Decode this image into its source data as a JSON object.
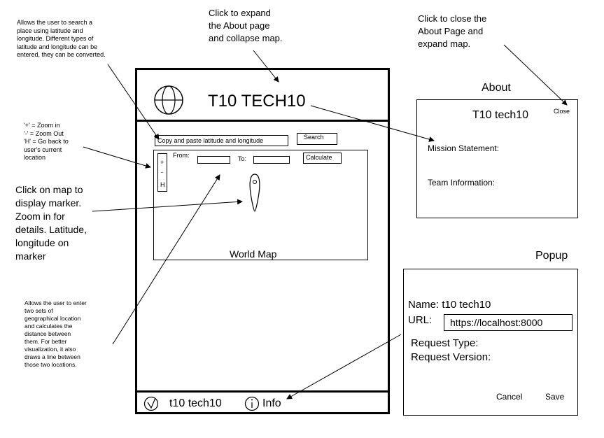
{
  "annotations": {
    "search_note": "Allows the user to search a\nplace using latitude and\nlongitude. Different types of\nlatitude and longitude can be\nentered, they can be converted.",
    "about_expand_note": "Click to expand\nthe About page\nand collapse map.",
    "about_close_note": "Click to close the\nAbout Page and\nexpand map.",
    "zoom_note": "'+' = Zoom in\n'-' = Zoom Out\n'H' = Go back to\nuser's current\nlocation",
    "marker_note": "Click on map to\ndisplay marker.\nZoom in for\ndetails. Latitude,\nlongitude on\nmarker",
    "distance_note": "Allows the user to enter\ntwo sets of\ngeographical location\nand calculates the\ndistance between\nthem. For better\nvisualization, it also\ndraws a line between\nthose two locations."
  },
  "app": {
    "title": "T10 TECH10",
    "search_placeholder": "Copy and paste latitude and longitude",
    "search_button": "Search",
    "from_label": "From:",
    "to_label": "To:",
    "calculate_button": "Calculate",
    "zoom_in": "+",
    "zoom_out": "-",
    "home": "H",
    "map_label": "World Map",
    "footer_name": "t10 tech10",
    "footer_info": "Info"
  },
  "about": {
    "section_label": "About",
    "title": "T10 tech10",
    "close": "Close",
    "mission": "Mission Statement:",
    "team": "Team Information:"
  },
  "popup": {
    "section_label": "Popup",
    "name_label": "Name: t10 tech10",
    "url_label": "URL:",
    "url_value": "https://localhost:8000",
    "request_type": "Request Type:",
    "request_version": "Request Version:",
    "cancel": "Cancel",
    "save": "Save"
  }
}
